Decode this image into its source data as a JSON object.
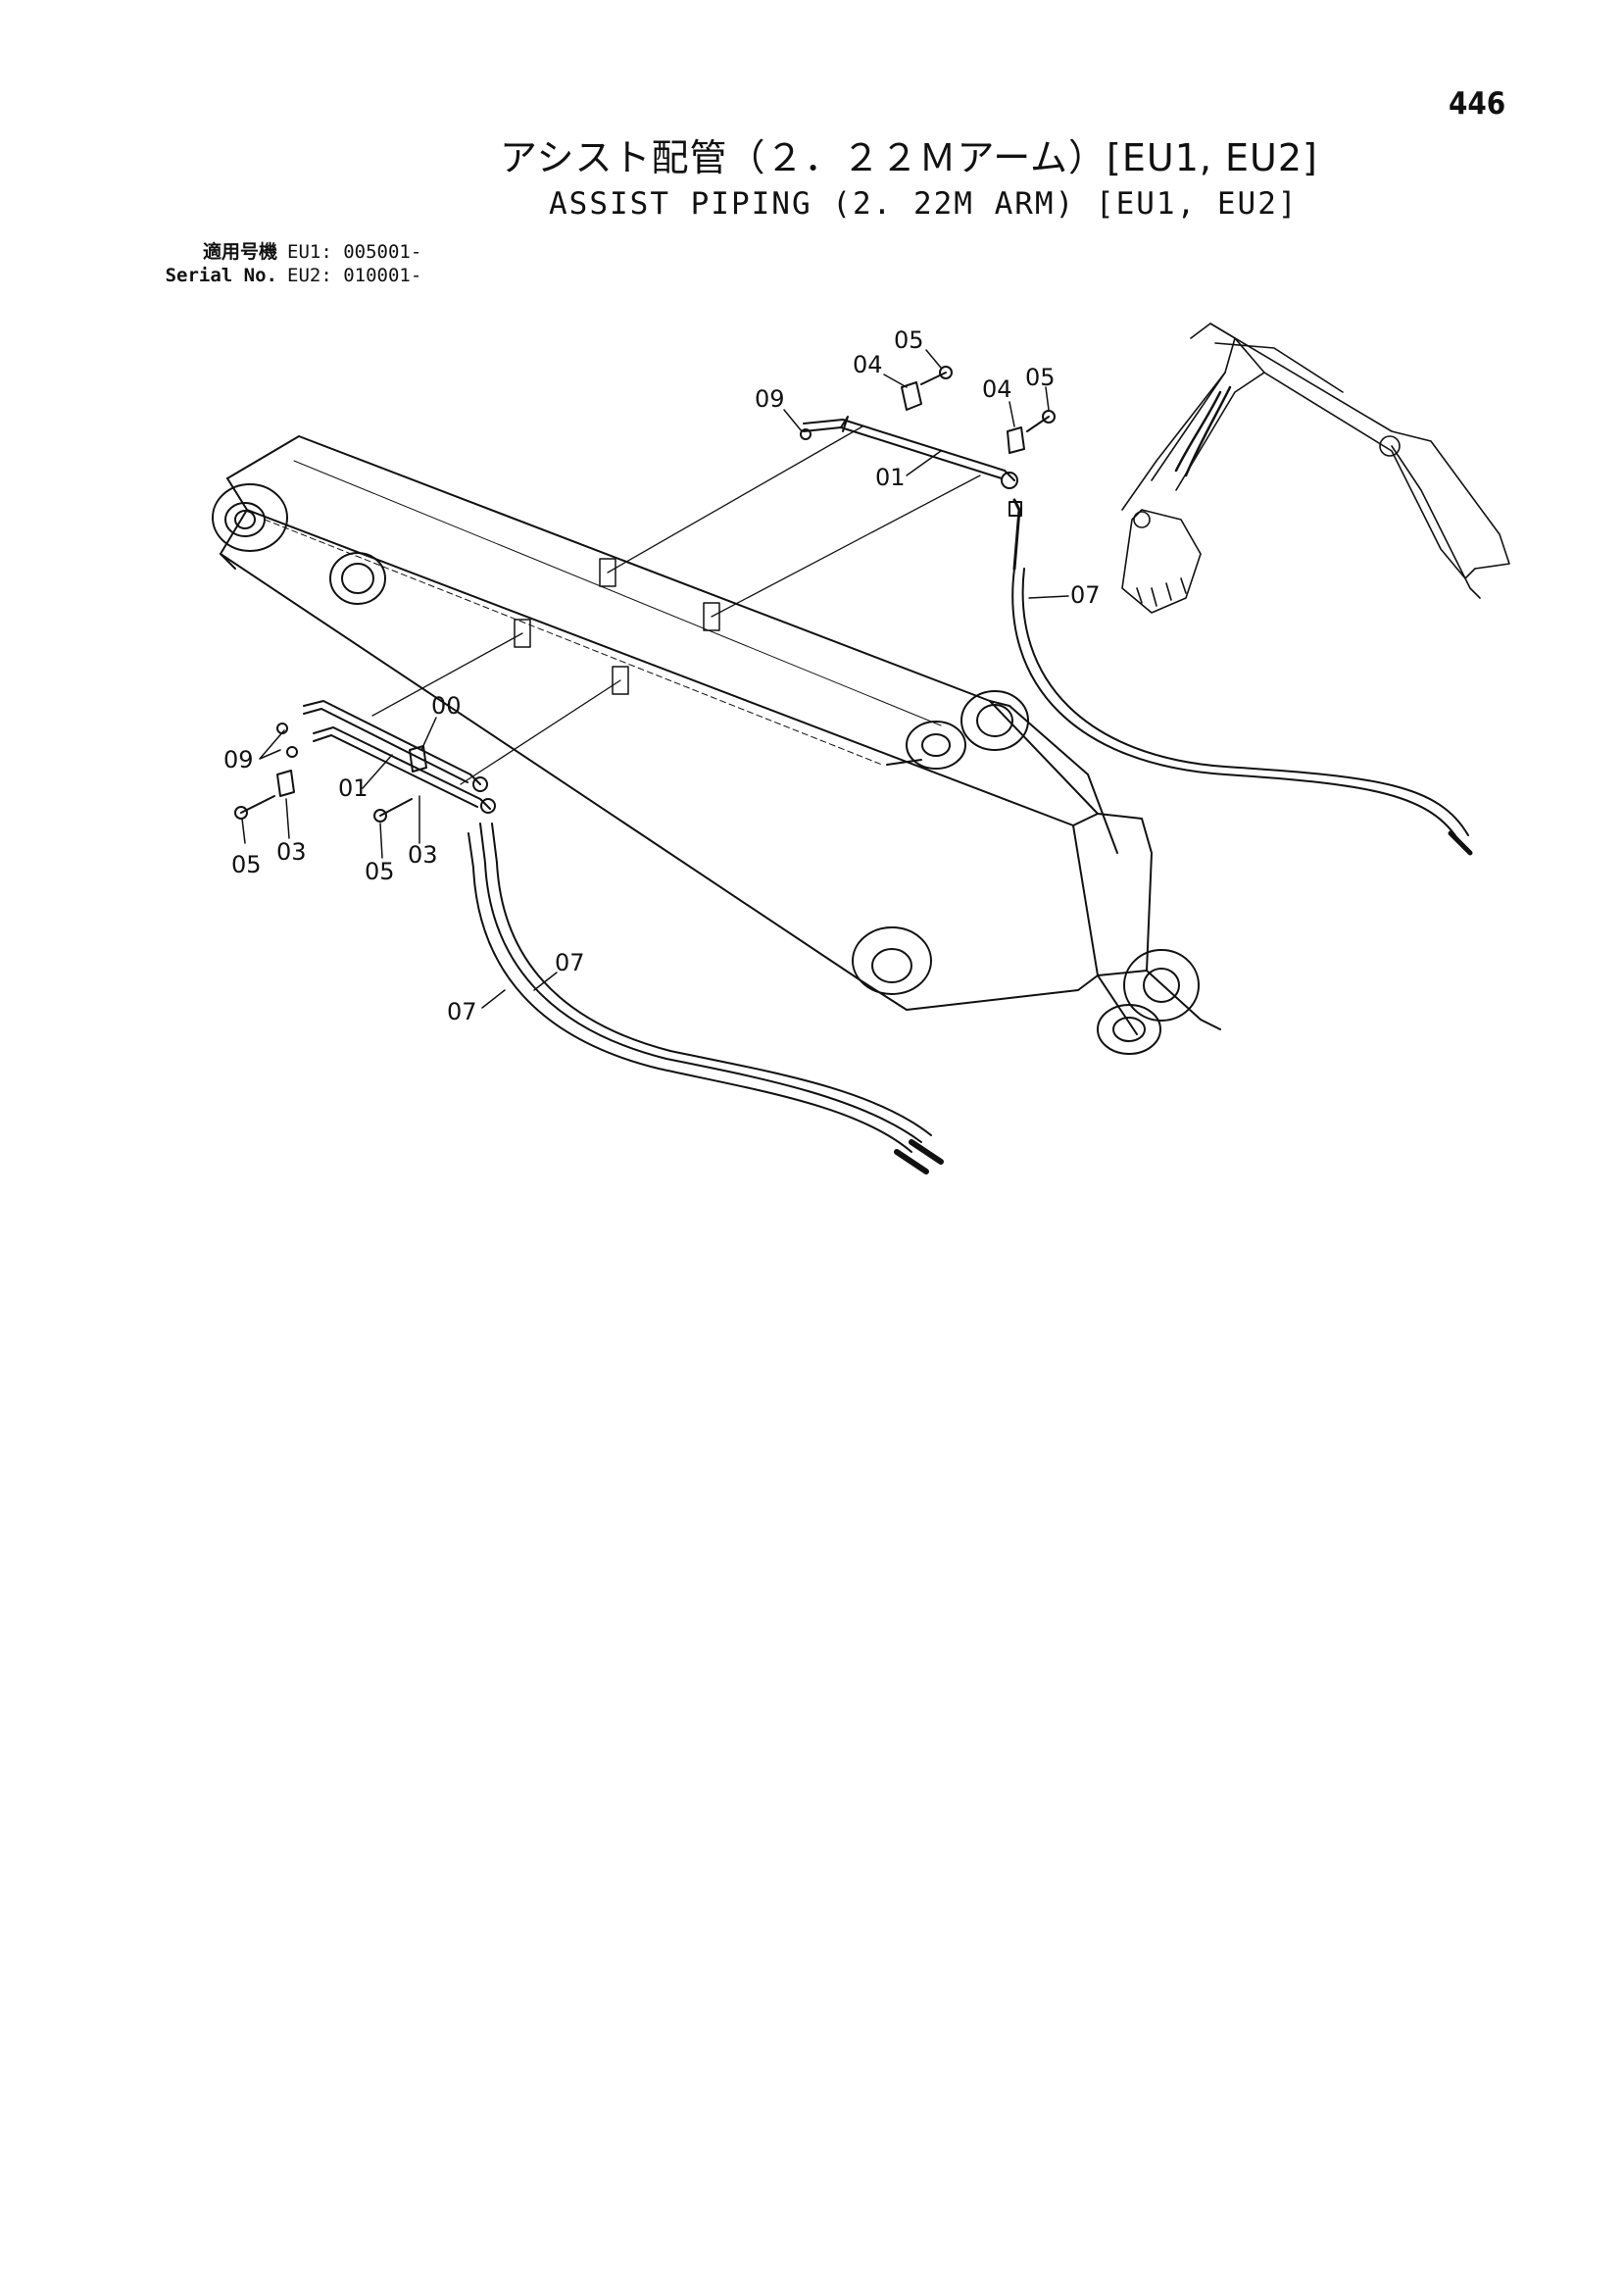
{
  "header": {
    "page_number": "446",
    "title_jp": "アシスト配管（２．２２Ｍアーム）[EU1, EU2]",
    "title_en": "ASSIST PIPING (2. 22M ARM) [EU1, EU2]"
  },
  "serial_info": {
    "label_jp": "適用号機",
    "label_en": "Serial No.",
    "eu1": "EU1: 005001-",
    "eu2": "EU2: 010001-"
  },
  "callouts": [
    {
      "id": "c1",
      "label": "05"
    },
    {
      "id": "c2",
      "label": "04"
    },
    {
      "id": "c3",
      "label": "04"
    },
    {
      "id": "c4",
      "label": "05"
    },
    {
      "id": "c5",
      "label": "09"
    },
    {
      "id": "c6",
      "label": "01"
    },
    {
      "id": "c7",
      "label": "07"
    },
    {
      "id": "c8",
      "label": "00"
    },
    {
      "id": "c9",
      "label": "09"
    },
    {
      "id": "c10",
      "label": "01"
    },
    {
      "id": "c11",
      "label": "05"
    },
    {
      "id": "c12",
      "label": "03"
    },
    {
      "id": "c13",
      "label": "05"
    },
    {
      "id": "c14",
      "label": "03"
    },
    {
      "id": "c15",
      "label": "07"
    },
    {
      "id": "c16",
      "label": "07"
    }
  ]
}
